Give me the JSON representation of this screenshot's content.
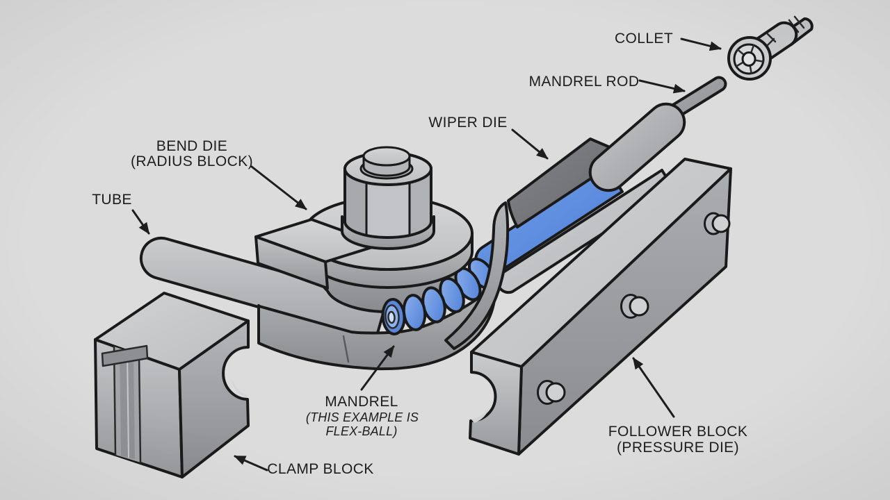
{
  "diagram": {
    "colors": {
      "background": "#dcdcdc",
      "metal_light": "#cdced0",
      "metal_mid": "#b0b1b4",
      "metal_dark": "#8e8f92",
      "wiper_dark": "#76777b",
      "highlight_blue": "#5b8ce0",
      "outline": "#1a1a1a",
      "text": "#1d1d1d"
    },
    "labels": {
      "tube": {
        "text": "TUBE"
      },
      "bend_die": {
        "line1": "BEND DIE",
        "line2": "(RADIUS BLOCK)"
      },
      "wiper_die": {
        "text": "WIPER DIE"
      },
      "mandrel_rod": {
        "text": "MANDREL ROD"
      },
      "collet": {
        "text": "COLLET"
      },
      "mandrel": {
        "line1": "MANDREL",
        "line2": "(THIS EXAMPLE IS",
        "line3": "FLEX-BALL)"
      },
      "clamp_block": {
        "text": "CLAMP BLOCK"
      },
      "follower_block": {
        "line1": "FOLLOWER BLOCK",
        "line2": "(PRESSURE DIE)"
      }
    }
  }
}
